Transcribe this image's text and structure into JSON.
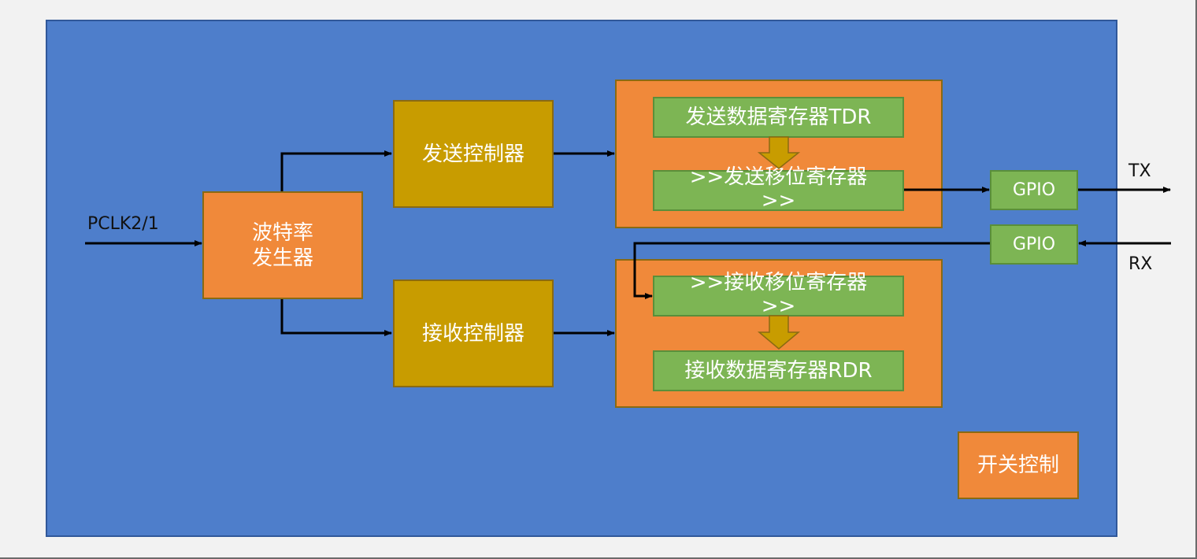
{
  "diagram": {
    "title": "USART block diagram",
    "input_label": "PCLK2/1",
    "baud_generator": "波特率\n发生器",
    "tx_controller": "发送控制器",
    "rx_controller": "接收控制器",
    "tdr": "发送数据寄存器TDR",
    "tx_shift": ">>发送移位寄存器\n>>",
    "rx_shift": ">>接收移位寄存器\n>>",
    "rdr": "接收数据寄存器RDR",
    "gpio_tx": "GPIO",
    "gpio_rx": "GPIO",
    "tx_label": "TX",
    "rx_label": "RX",
    "switch_control": "开关控制"
  },
  "colors": {
    "background": "#f2f2f2",
    "panel": "#4e7ecb",
    "orange": "#f0893a",
    "gold": "#c89c00",
    "green": "#7db554"
  }
}
